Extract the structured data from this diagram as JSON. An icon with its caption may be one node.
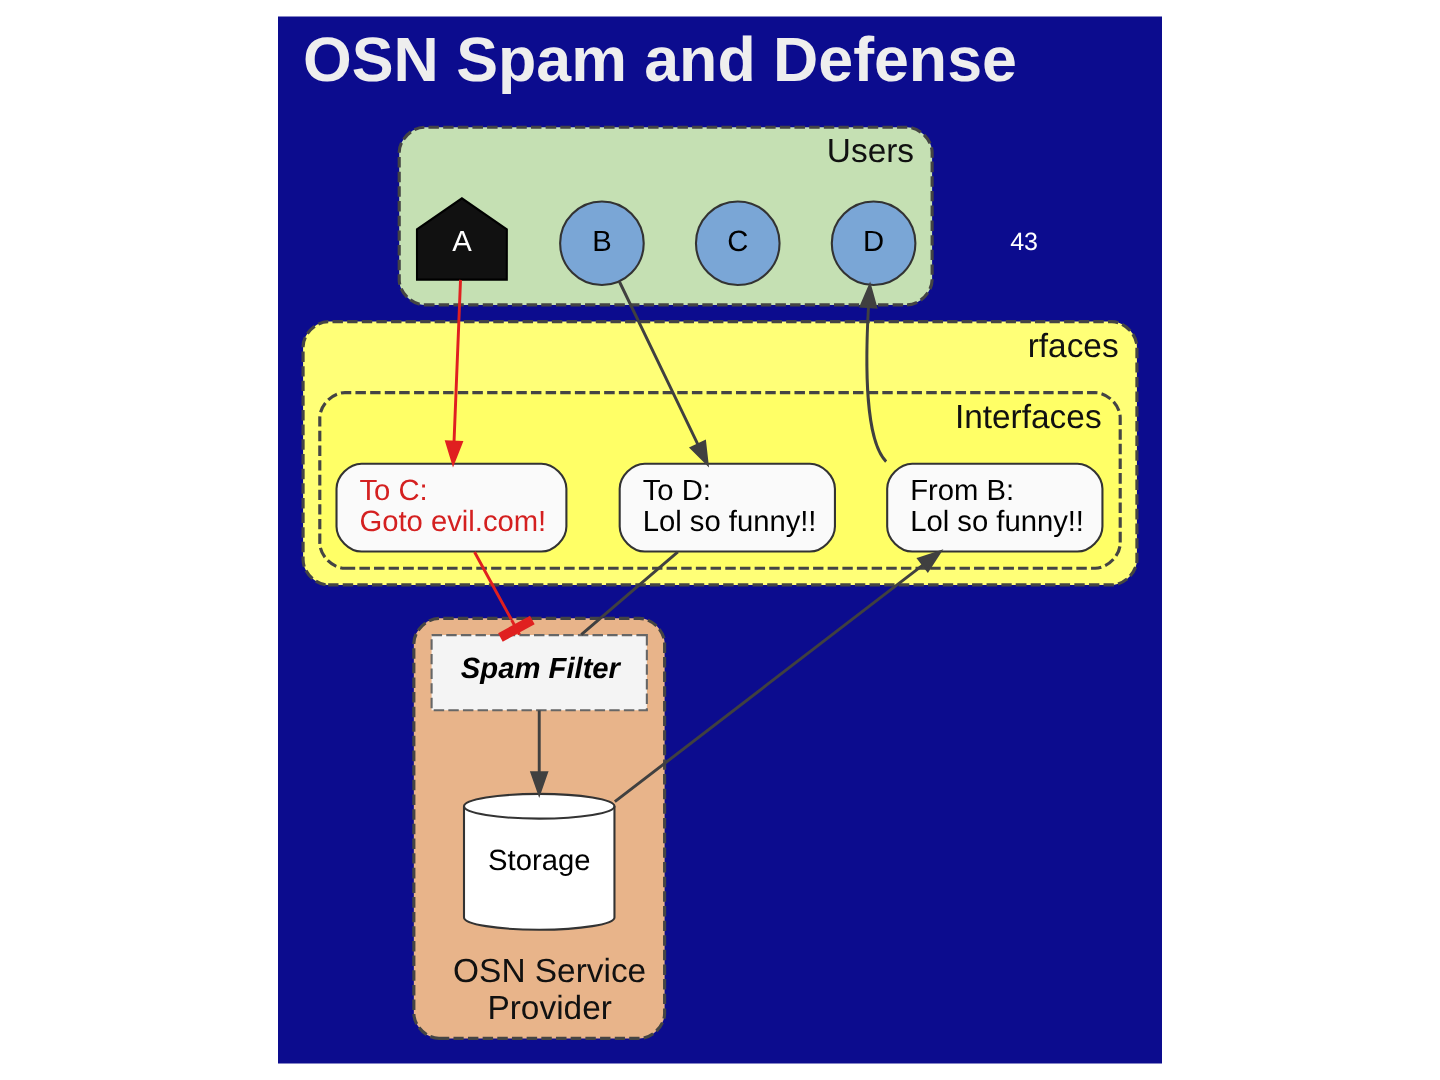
{
  "diagram": {
    "title": "OSN Spam and Defense",
    "nodes": [
      {
        "text": [
          "Users"
        ]
      },
      {
        "text": [
          "A"
        ],
        "in": 0
      },
      {
        "text": [
          "B"
        ],
        "in": 0
      },
      {
        "text": [
          "C"
        ],
        "in": 0
      },
      {
        "text": [
          "D"
        ],
        "in": 0
      },
      {
        "text": [
          "rfaces"
        ]
      },
      {
        "text": [
          "Interfaces"
        ],
        "in": 5
      },
      {
        "text": [
          "To C:",
          "Goto evil.com!"
        ],
        "in": 6
      },
      {
        "text": [
          "To D:",
          "Lol so funny!!"
        ],
        "in": 6
      },
      {
        "text": [
          "From B:",
          "Lol so funny!!"
        ],
        "in": 6
      },
      {
        "text": [
          "OSN Service Provider"
        ]
      },
      {
        "text": [
          "Spam Filter"
        ],
        "in": 10
      },
      {
        "text": [
          "Storage"
        ],
        "in": 10
      }
    ],
    "edges": [
      {
        "from": 1,
        "to": 7,
        "arrow": "to",
        "color": "#e02020"
      },
      {
        "from": 2,
        "to": 8,
        "arrow": "to"
      },
      {
        "from": 9,
        "to": 4,
        "arrow": "to"
      },
      {
        "from": 7,
        "to": 11,
        "arrow": "other",
        "color": "#e02020"
      },
      {
        "from": 8,
        "to": 11,
        "arrow": "none"
      },
      {
        "from": 11,
        "to": 12,
        "arrow": "to"
      },
      {
        "from": 12,
        "to": 9,
        "arrow": "to"
      }
    ],
    "labels": [
      "43"
    ]
  }
}
